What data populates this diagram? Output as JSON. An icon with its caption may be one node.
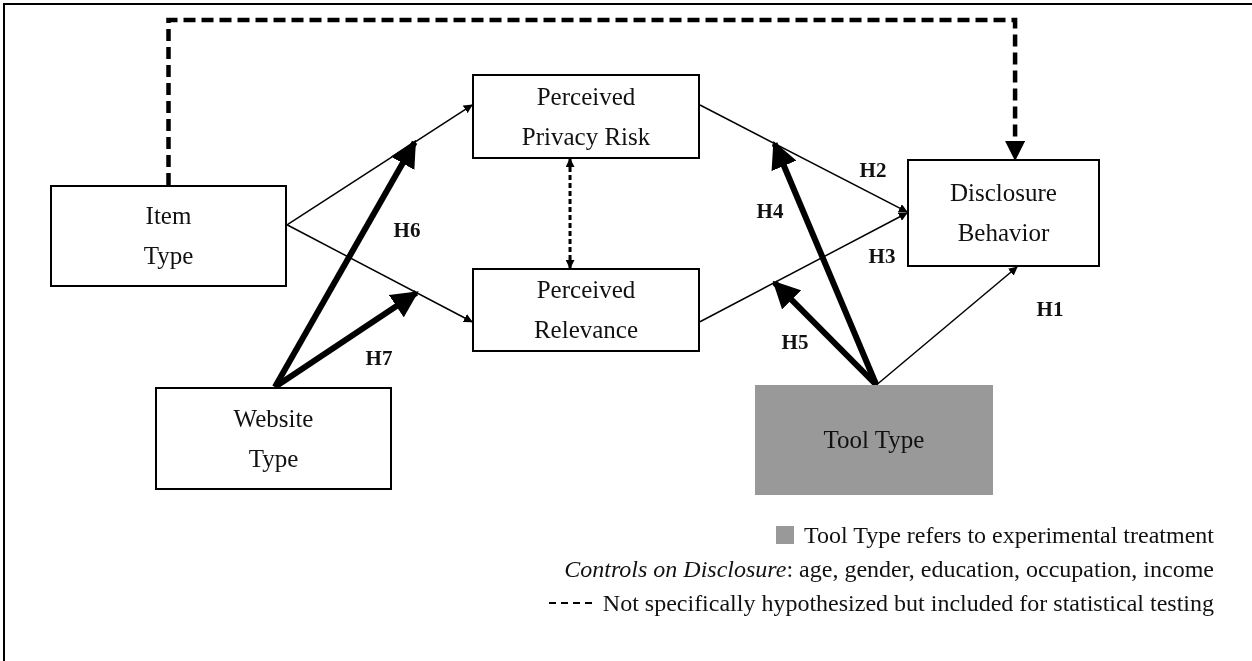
{
  "diagram": {
    "nodes": [
      {
        "text": [
          "Item Type"
        ]
      },
      {
        "text": [
          "Perceived Privacy Risk"
        ]
      },
      {
        "text": [
          "Perceived Relevance"
        ]
      },
      {
        "text": [
          "Disclosure Behavior"
        ]
      },
      {
        "text": [
          "Website Type"
        ]
      },
      {
        "text": [
          "Tool Type"
        ]
      }
    ],
    "edges": [
      {
        "from": 0,
        "to": 1,
        "arrow": "to"
      },
      {
        "from": 0,
        "to": 2,
        "arrow": "to"
      },
      {
        "from": 1,
        "to": 3,
        "arrow": "to",
        "label": "H2"
      },
      {
        "from": 2,
        "to": 3,
        "arrow": "to",
        "label": "H3"
      },
      {
        "from": 1,
        "to": 2,
        "arrow": "both",
        "style": "dashed"
      },
      {
        "from": 0,
        "to": 3,
        "arrow": "to",
        "style": "dashed"
      },
      {
        "from": 5,
        "to": 3,
        "arrow": "to",
        "label": "H1"
      },
      {
        "from": 5,
        "to": null,
        "arrow": "to",
        "label": "H4",
        "style": "thick"
      },
      {
        "from": 5,
        "to": null,
        "arrow": "to",
        "label": "H5",
        "style": "thick"
      },
      {
        "from": 4,
        "to": null,
        "arrow": "to",
        "label": "H6",
        "style": "thick"
      },
      {
        "from": 4,
        "to": null,
        "arrow": "to",
        "label": "H7",
        "style": "thick"
      }
    ],
    "labels": [
      "*Controls on Disclosure*: age, gender, education, occupation, income"
    ],
    "legend": [
      {
        "text": "Tool Type refers to experimental treatment",
        "color": "#999999"
      },
      {
        "text": "Not specifically hypothesized but included for statistical testing"
      }
    ]
  }
}
